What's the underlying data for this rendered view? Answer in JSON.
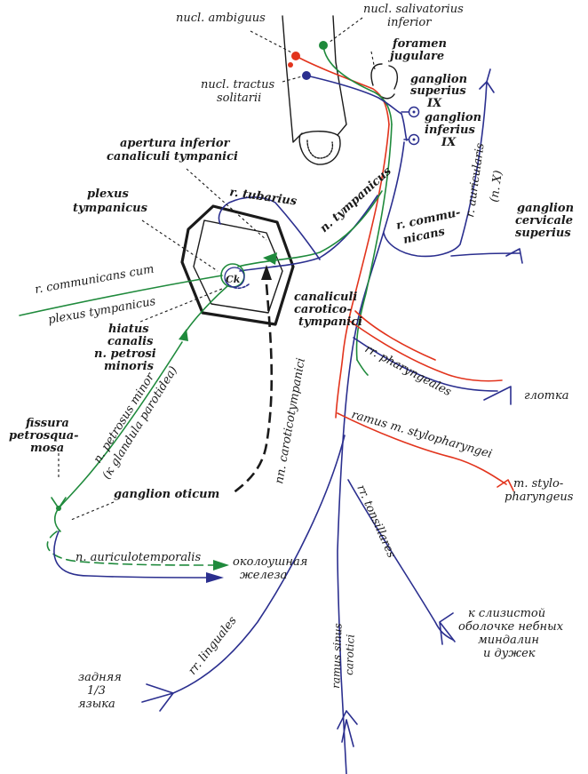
{
  "colors": {
    "blue": "#2b2f8f",
    "red": "#e2341d",
    "green": "#1f8a3c",
    "black": "#1a1a1a"
  },
  "labels": {
    "nucl_ambiguus": "nucl. ambiguus",
    "nucl_salivatorius_1": "nucl. salivatorius",
    "nucl_salivatorius_2": "inferior",
    "foramen_1": "foramen",
    "foramen_2": "jugulare",
    "nucl_tractus_1": "nucl. tractus",
    "nucl_tractus_2": "solitarii",
    "ganglion_superius_1": "ganglion",
    "ganglion_superius_2": "superius",
    "ganglion_superius_3": "IX",
    "ganglion_inferius_1": "ganglion",
    "ganglion_inferius_2": "inferius",
    "ganglion_inferius_3": "IX",
    "apertura_1": "apertura inferior",
    "apertura_2": "canaliculi tympanici",
    "r_auricularis": "r. auricularis",
    "n_x": "(n. X)",
    "plexus_tympanicus_1": "plexus",
    "plexus_tympanicus_2": "tympanicus",
    "r_tubarius": "r. tubarius",
    "n_tympanicus": "n. tympanicus",
    "ganglion_cervicale_1": "ganglion",
    "ganglion_cervicale_2": "cervicale",
    "ganglion_cervicale_3": "superius",
    "r_communicans_1": "r. commu-",
    "r_communicans_2": "nicans",
    "r_comm_cum_1": "r. communicans cum",
    "r_comm_cum_2": "plexus tympanicus",
    "canaliculi_1": "canaliculi",
    "canaliculi_2": "carotico-",
    "canaliculi_3": "tympanici",
    "hiatus_1": "hiatus",
    "hiatus_2": "canalis",
    "hiatus_3": "n. petrosi",
    "hiatus_4": "minoris",
    "rr_pharyngeales": "rr. pharyngeales",
    "glotka": "глотка",
    "nn_caroticotympanici": "nn. caroticotympanici",
    "n_petrosus_minor": "n. petrosus minor",
    "k_glandula": "(к glandula parotidea)",
    "fissura_1": "fissura",
    "fissura_2": "petrosqua-",
    "fissura_3": "mosa",
    "ramus_stylopharyngei": "ramus m. stylopharyngei",
    "m_stylo_1": "m. stylo-",
    "m_stylo_2": "pharyngeus",
    "ganglion_oticum": "ganglion oticum",
    "rr_tonsillares": "rr. tonsillares",
    "n_auriculotemporalis": "n. auriculotemporalis",
    "okolo_1": "околоушная",
    "okolo_2": "железа",
    "k_slizistoy_1": "к слизистой",
    "k_slizistoy_2": "оболочке небных",
    "k_slizistoy_3": "миндалин",
    "k_slizistoy_4": "и дужек",
    "rr_linguales": "rr. linguales",
    "ramus_sinus_1": "ramus sinus",
    "ramus_sinus_2": "carotici",
    "zadnyaya_1": "задняя",
    "zadnyaya_2": "1/3",
    "zadnyaya_3": "языка",
    "ck": "Ck"
  }
}
